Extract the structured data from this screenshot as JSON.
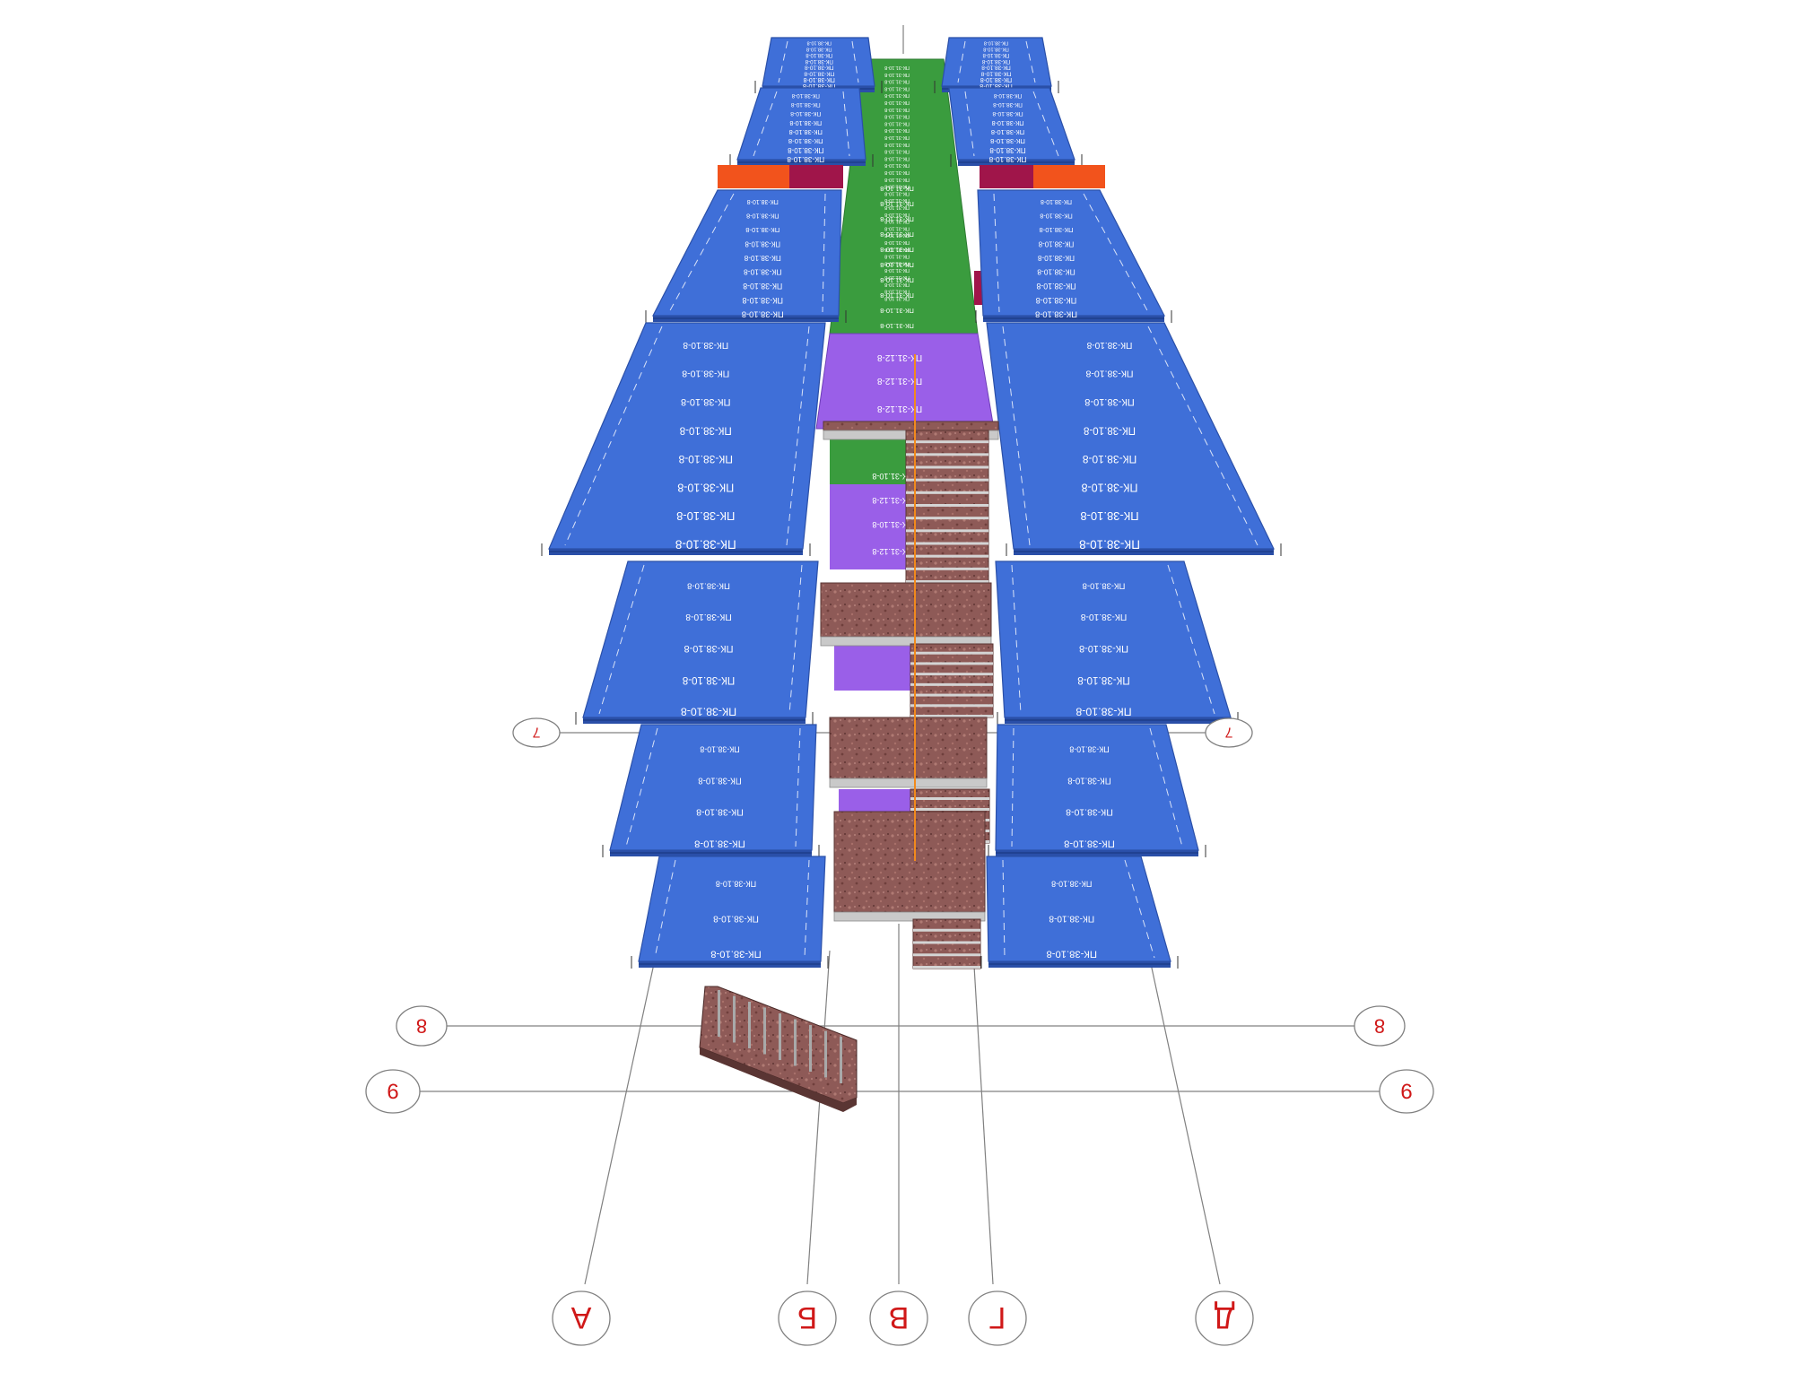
{
  "colors": {
    "slab_blue": "#3f6fd8",
    "slab_blue_dark": "#2a4fa8",
    "landing_green": "#3a9c3e",
    "landing_purple": "#9a5fe8",
    "orange": "#f2531c",
    "maroon": "#a0154a",
    "stair_brown": "#8e5a57",
    "axis_red": "#d01818",
    "grid_gray": "#808080"
  },
  "axes": {
    "rows": [
      "7",
      "8",
      "9"
    ],
    "columns": [
      "А",
      "Б",
      "В",
      "Г",
      "Д"
    ]
  },
  "slab_labels": {
    "standard": "ПК-38.10-8",
    "green": "ПК-31.10-8",
    "purple": "ПК-31.12-8"
  }
}
